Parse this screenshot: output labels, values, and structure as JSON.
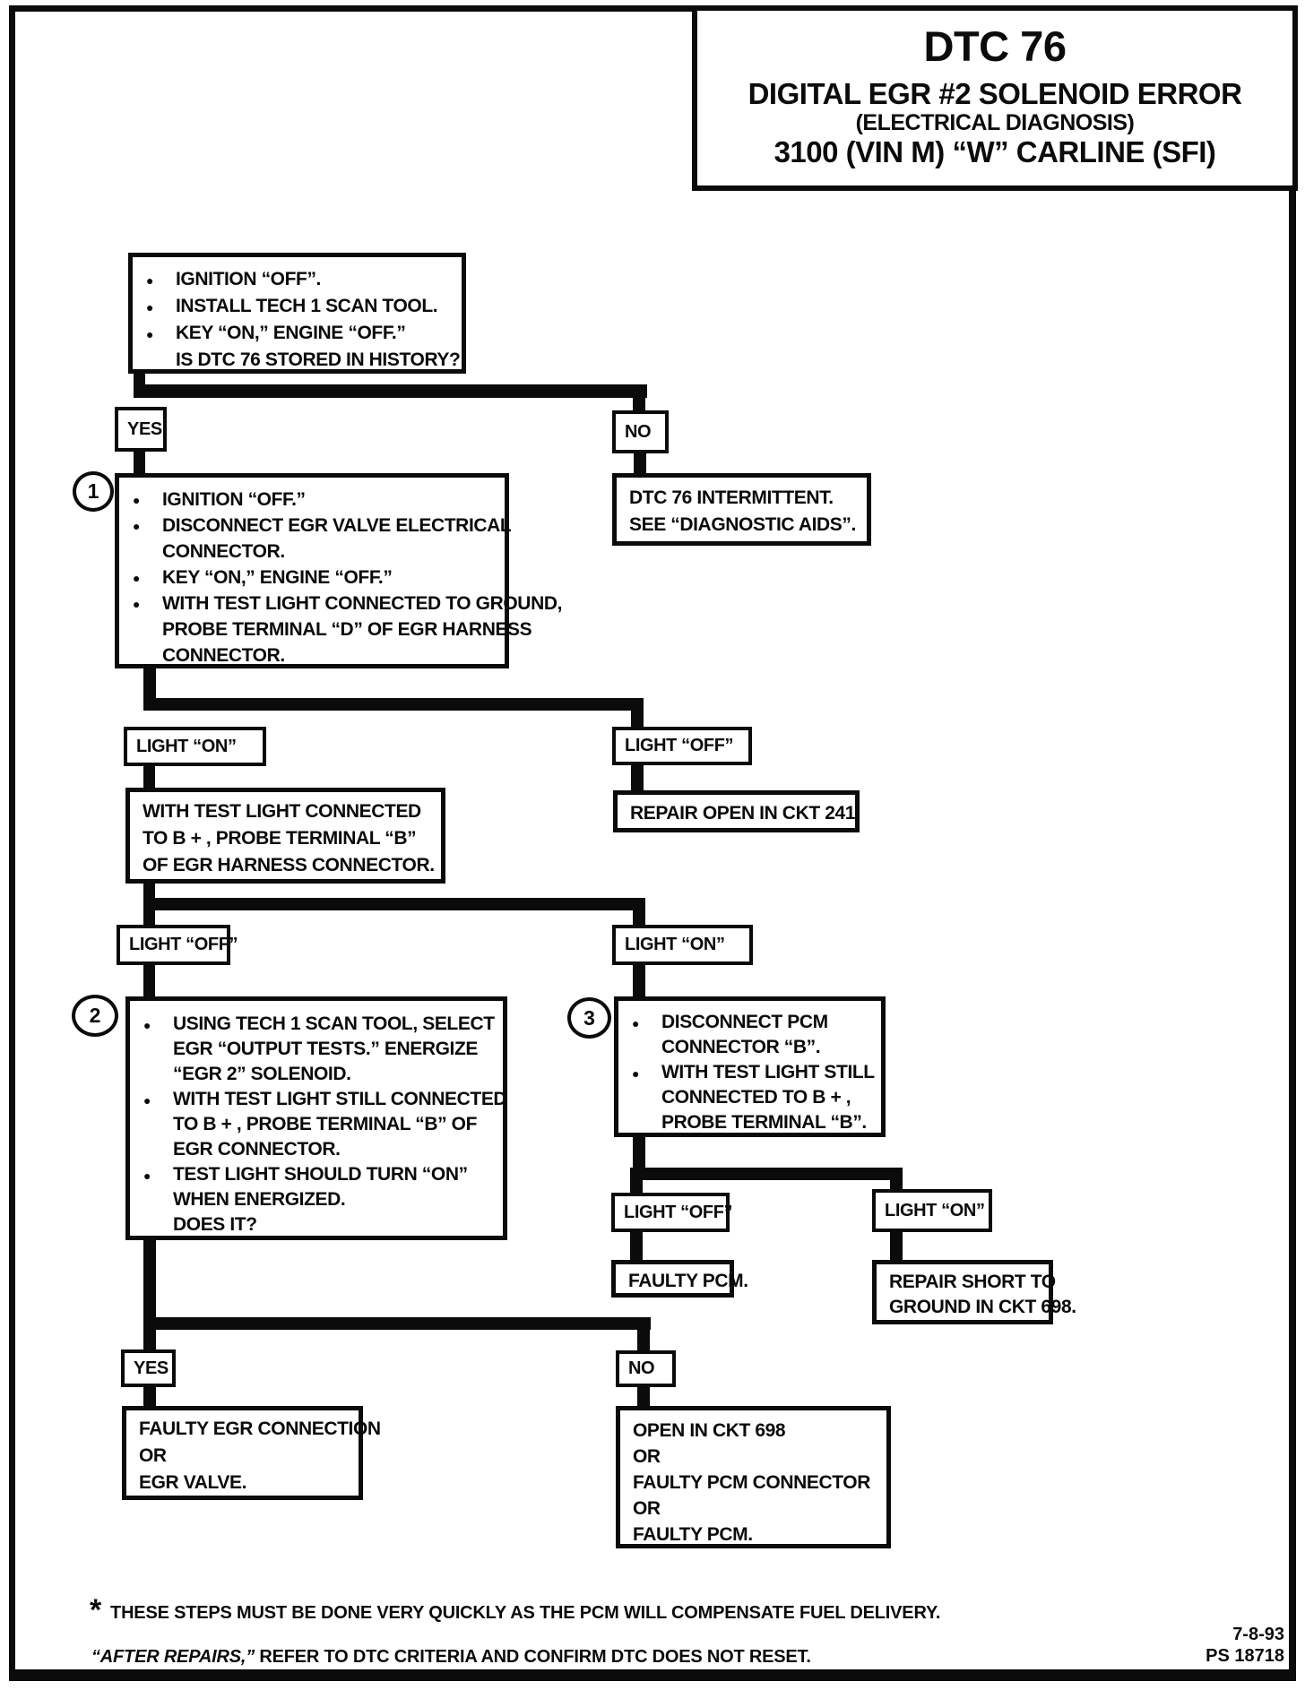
{
  "colors": {
    "ink": "#0b0b0b",
    "paper": "#ffffff"
  },
  "title": {
    "line1": "DTC 76",
    "line2": "DIGITAL EGR #2 SOLENOID ERROR",
    "line3": "(ELECTRICAL DIAGNOSIS)",
    "line4": "3100 (VIN M) “W” CARLINE (SFI)"
  },
  "flow": {
    "start": {
      "lines": [
        {
          "bullet": true,
          "text": "IGNITION “OFF”."
        },
        {
          "bullet": true,
          "text": "INSTALL TECH 1 SCAN TOOL."
        },
        {
          "bullet": true,
          "text": "KEY “ON,” ENGINE “OFF.”"
        },
        {
          "bullet": false,
          "text": "IS DTC 76 STORED IN HISTORY?"
        }
      ]
    },
    "yes1": "YES",
    "no1": "NO",
    "step1": {
      "marker": "1",
      "lines": [
        {
          "bullet": true,
          "text": "IGNITION “OFF.”"
        },
        {
          "bullet": true,
          "text": "DISCONNECT EGR VALVE ELECTRICAL"
        },
        {
          "bullet": false,
          "text": "CONNECTOR."
        },
        {
          "bullet": true,
          "text": "KEY “ON,” ENGINE “OFF.”"
        },
        {
          "bullet": true,
          "text": "WITH TEST LIGHT CONNECTED TO GROUND,"
        },
        {
          "bullet": false,
          "text": "PROBE TERMINAL “D” OF EGR HARNESS"
        },
        {
          "bullet": false,
          "text": "CONNECTOR."
        }
      ]
    },
    "intermittent": {
      "lines": [
        "DTC 76 INTERMITTENT.",
        "SEE “DIAGNOSTIC AIDS”."
      ]
    },
    "light_on1": "LIGHT “ON”",
    "light_off1": "LIGHT “OFF”",
    "probe_b": {
      "lines": [
        "WITH TEST LIGHT CONNECTED",
        "TO B + , PROBE TERMINAL “B”",
        "OF EGR HARNESS CONNECTOR."
      ]
    },
    "repair241": {
      "lines": [
        "REPAIR OPEN IN CKT 241."
      ]
    },
    "light_off2": "LIGHT “OFF”",
    "light_on2": "LIGHT “ON”",
    "step2": {
      "marker": "2",
      "lines": [
        {
          "bullet": true,
          "text": "USING TECH 1 SCAN TOOL, SELECT"
        },
        {
          "bullet": false,
          "text": "EGR “OUTPUT TESTS.” ENERGIZE"
        },
        {
          "bullet": false,
          "text": "“EGR 2” SOLENOID."
        },
        {
          "bullet": true,
          "text": "WITH TEST LIGHT STILL CONNECTED"
        },
        {
          "bullet": false,
          "text": "TO B + , PROBE TERMINAL “B” OF"
        },
        {
          "bullet": false,
          "text": "EGR CONNECTOR."
        },
        {
          "bullet": true,
          "text": "TEST LIGHT SHOULD TURN “ON”"
        },
        {
          "bullet": false,
          "text": "WHEN ENERGIZED."
        },
        {
          "bullet": false,
          "text": "DOES IT?"
        }
      ]
    },
    "step3": {
      "marker": "3",
      "lines": [
        {
          "bullet": true,
          "text": "DISCONNECT PCM"
        },
        {
          "bullet": false,
          "text": "CONNECTOR “B”."
        },
        {
          "bullet": true,
          "text": "WITH TEST LIGHT STILL"
        },
        {
          "bullet": false,
          "text": "CONNECTED TO B + ,"
        },
        {
          "bullet": false,
          "text": "PROBE TERMINAL “B”."
        }
      ]
    },
    "light_off3": "LIGHT “OFF”",
    "light_on3": "LIGHT “ON”",
    "faulty_pcm": {
      "lines": [
        "FAULTY PCM."
      ]
    },
    "repair698": {
      "lines": [
        "REPAIR SHORT TO",
        "GROUND IN CKT 698."
      ]
    },
    "yes2": "YES",
    "no2": "NO",
    "faulty_egr": {
      "lines": [
        "FAULTY EGR CONNECTION",
        "OR",
        "EGR VALVE."
      ]
    },
    "open698": {
      "lines": [
        "OPEN IN CKT 698",
        "OR",
        "FAULTY PCM CONNECTOR",
        "OR",
        "FAULTY PCM."
      ]
    }
  },
  "footer": {
    "asterisk": "*",
    "note1": "THESE STEPS MUST BE DONE VERY QUICKLY AS THE PCM WILL COMPENSATE FUEL DELIVERY.",
    "note2_lead": "“AFTER REPAIRS,”",
    "note2_rest": " REFER TO DTC CRITERIA AND CONFIRM DTC DOES NOT RESET.",
    "date": "7-8-93",
    "doc_number": "PS 18718"
  }
}
